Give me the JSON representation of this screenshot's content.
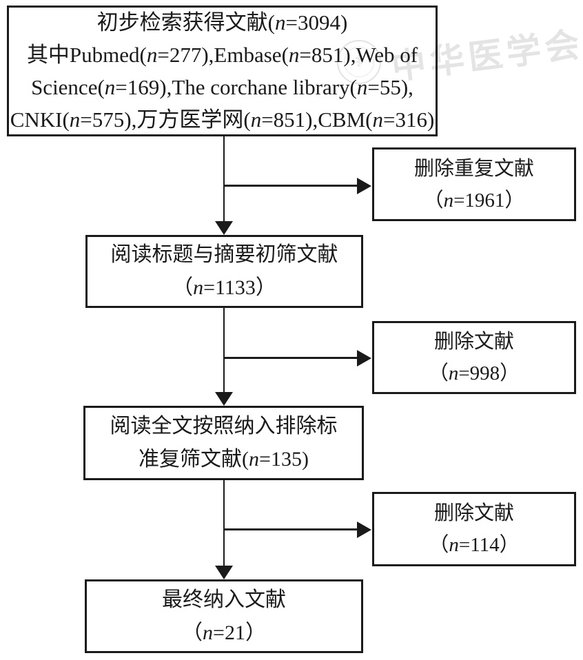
{
  "figure": {
    "type": "flowchart",
    "description": "Literature screening flow diagram (PRISMA-style) in Chinese",
    "line_color": "#1a1a1a",
    "background_color": "#ffffff"
  },
  "nodes": {
    "initial": {
      "lines": [
        "初步检索获得文献(n=3094)",
        "其中Pubmed(n=277),Embase(n=851),Web of",
        "Science(n=169),The corchane library(n=55),",
        "CNKI(n=575),万方医学网(n=851),CBM(n=316)"
      ]
    },
    "dedup": {
      "lines": [
        "删除重复文献",
        "（n=1961）"
      ]
    },
    "title_abstract": {
      "lines": [
        "阅读标题与摘要初筛文献",
        "（n=1133）"
      ]
    },
    "excluded1": {
      "lines": [
        "删除文献",
        "（n=998）"
      ]
    },
    "fulltext": {
      "lines": [
        "阅读全文按照纳入排除标",
        "准复筛文献(n=135)"
      ]
    },
    "excluded2": {
      "lines": [
        "删除文献",
        "（n=114）"
      ]
    },
    "final": {
      "lines": [
        "最终纳入文献",
        "（n=21）"
      ]
    }
  },
  "watermark": {
    "text": "中华医学会",
    "seal_glyph": "⚕",
    "color": "#e4e4e4"
  }
}
